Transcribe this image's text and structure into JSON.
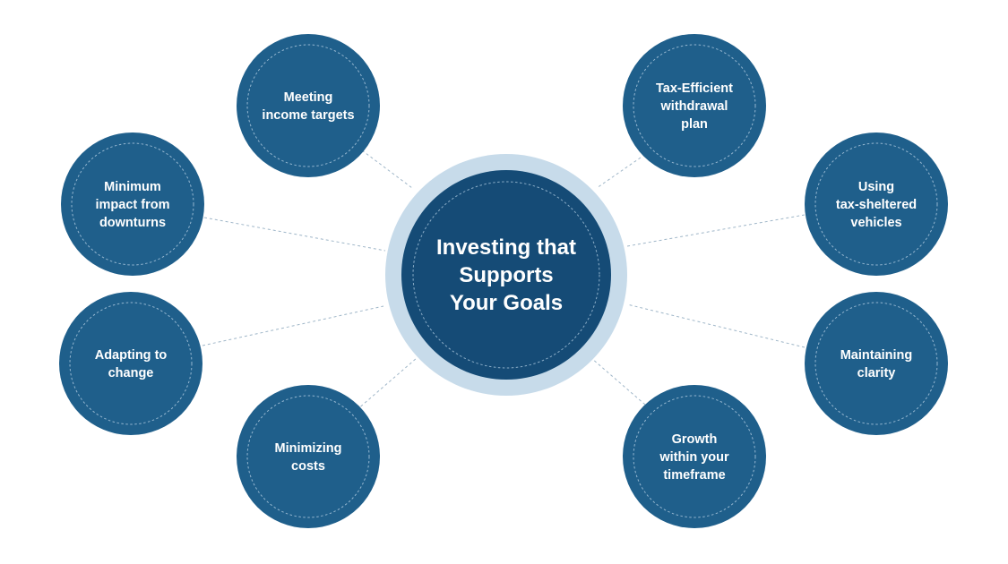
{
  "center": {
    "lines": [
      "Investing that",
      "Supports",
      "Your Goals"
    ]
  },
  "nodes": [
    {
      "id": "meeting-income-targets",
      "lines": [
        "Meeting",
        "income targets"
      ]
    },
    {
      "id": "tax-efficient-withdrawal-plan",
      "lines": [
        "Tax-Efficient",
        "withdrawal",
        "plan"
      ]
    },
    {
      "id": "minimum-impact-from-downturns",
      "lines": [
        "Minimum",
        "impact from",
        "downturns"
      ]
    },
    {
      "id": "using-tax-sheltered-vehicles",
      "lines": [
        "Using",
        "tax-sheltered",
        "vehicles"
      ]
    },
    {
      "id": "adapting-to-change",
      "lines": [
        "Adapting to",
        "change"
      ]
    },
    {
      "id": "maintaining-clarity",
      "lines": [
        "Maintaining",
        "clarity"
      ]
    },
    {
      "id": "minimizing-costs",
      "lines": [
        "Minimizing",
        "costs"
      ]
    },
    {
      "id": "growth-within-your-timeframe",
      "lines": [
        "Growth",
        "within your",
        "timeframe"
      ]
    }
  ],
  "colors": {
    "node_fill": "#1f5f8b",
    "node_stroke": "#a9c6dc",
    "center_fill": "#154b76",
    "center_halo": "#c7dbea",
    "connector": "#9fb6c8",
    "text": "#ffffff"
  }
}
